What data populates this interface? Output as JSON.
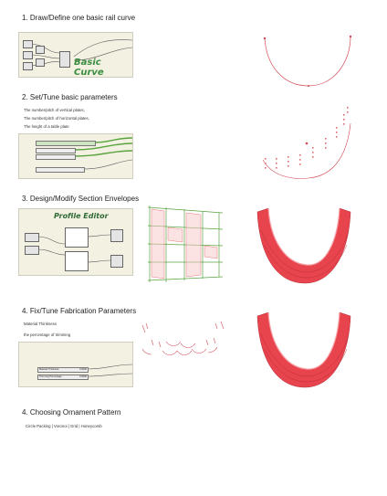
{
  "steps": [
    {
      "title": "1. Draw/Define one basic rail curve"
    },
    {
      "title": "2. Set/Tune basic parameters",
      "notes": [
        "The number/pitch of vertical plates,",
        "The number/pitch of horizontal plates,",
        "The height of a table plate"
      ]
    },
    {
      "title": "3. Design/Modify Section Envelopes"
    },
    {
      "title": "4. Fix/Tune Fabrication Parameters",
      "notes": [
        "Material Thinkness",
        "the percentage of trimming"
      ]
    },
    {
      "title": "4. Choosing Ornament Pattern",
      "notes": [
        "Circle Packing | Voronoi | Grid | Honeycomb"
      ]
    }
  ],
  "panel1": {
    "label": "Basic Curve"
  },
  "panel3": {
    "label": "Profile Editor"
  },
  "panel4": {
    "sliders": [
      {
        "label": "Material Thickness",
        "value": "0.0000"
      },
      {
        "label": "Trimming Percentage",
        "value": "0.0000"
      }
    ]
  },
  "colors": {
    "curve": "#d24a55",
    "shell": "#e8444e",
    "wire_green": "#5aa33f",
    "panel_bg": "#f3f1e2"
  }
}
